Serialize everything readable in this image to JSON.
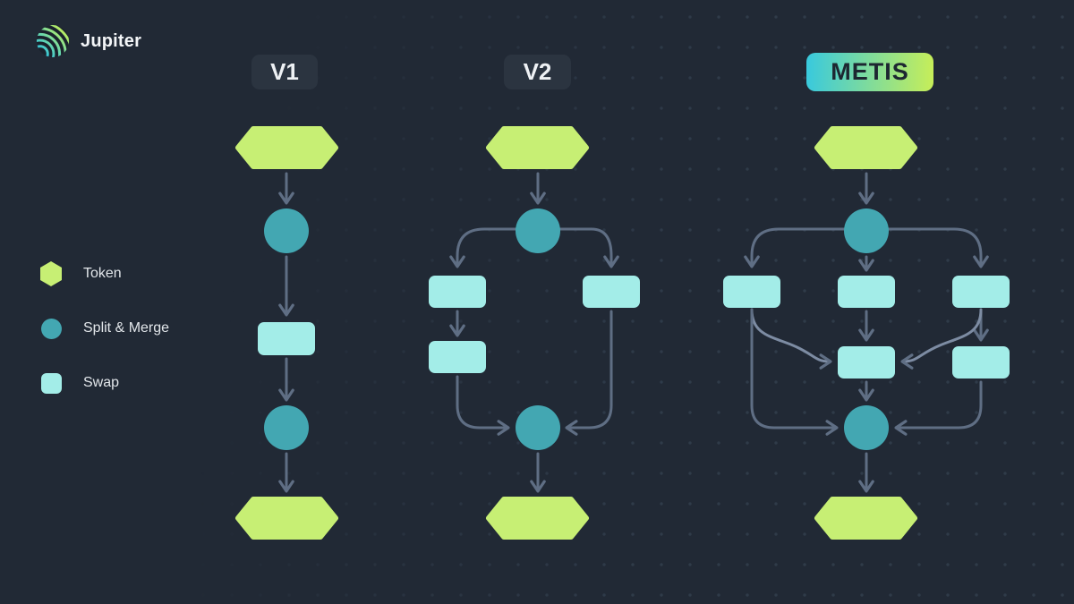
{
  "brand": {
    "name": "Jupiter"
  },
  "header": {
    "columns": [
      {
        "label": "V1"
      },
      {
        "label": "V2"
      },
      {
        "label": "METIS"
      }
    ]
  },
  "legend": {
    "items": [
      {
        "label": "Token",
        "shape": "hexagon",
        "color": "#c7ef74"
      },
      {
        "label": "Split & Merge",
        "shape": "circle",
        "color": "#43a7b2"
      },
      {
        "label": "Swap",
        "shape": "rounded-rectangle",
        "color": "#a3ede8"
      }
    ]
  },
  "colors": {
    "background": "#212935",
    "dot": "#303c4b",
    "token": "#c7ef74",
    "split_merge": "#43a7b2",
    "swap": "#a3ede8",
    "connector": "#5f6e84",
    "pill_bg": "#2b3440",
    "pill_text": "#eef1f4",
    "metis_gradient_start": "#38c9de",
    "metis_gradient_end": "#c7ee58",
    "metis_text": "#1d2731"
  },
  "diagram": {
    "columns": [
      {
        "name": "V1",
        "nodes": [
          "token",
          "split-merge",
          "swap",
          "split-merge",
          "token"
        ],
        "routes": 1,
        "swaps_per_route": [
          1
        ]
      },
      {
        "name": "V2",
        "nodes": [
          "token",
          "split-merge",
          "swap x3 in 2 routes",
          "split-merge",
          "token"
        ],
        "routes": 2,
        "swaps_per_route": [
          2,
          1
        ]
      },
      {
        "name": "METIS",
        "nodes": [
          "token",
          "split-merge",
          "swap x5 in 3 interlinked routes",
          "split-merge",
          "token"
        ],
        "routes": 3,
        "swaps_per_route": [
          1,
          2,
          2
        ],
        "cross_links": 2
      }
    ]
  }
}
